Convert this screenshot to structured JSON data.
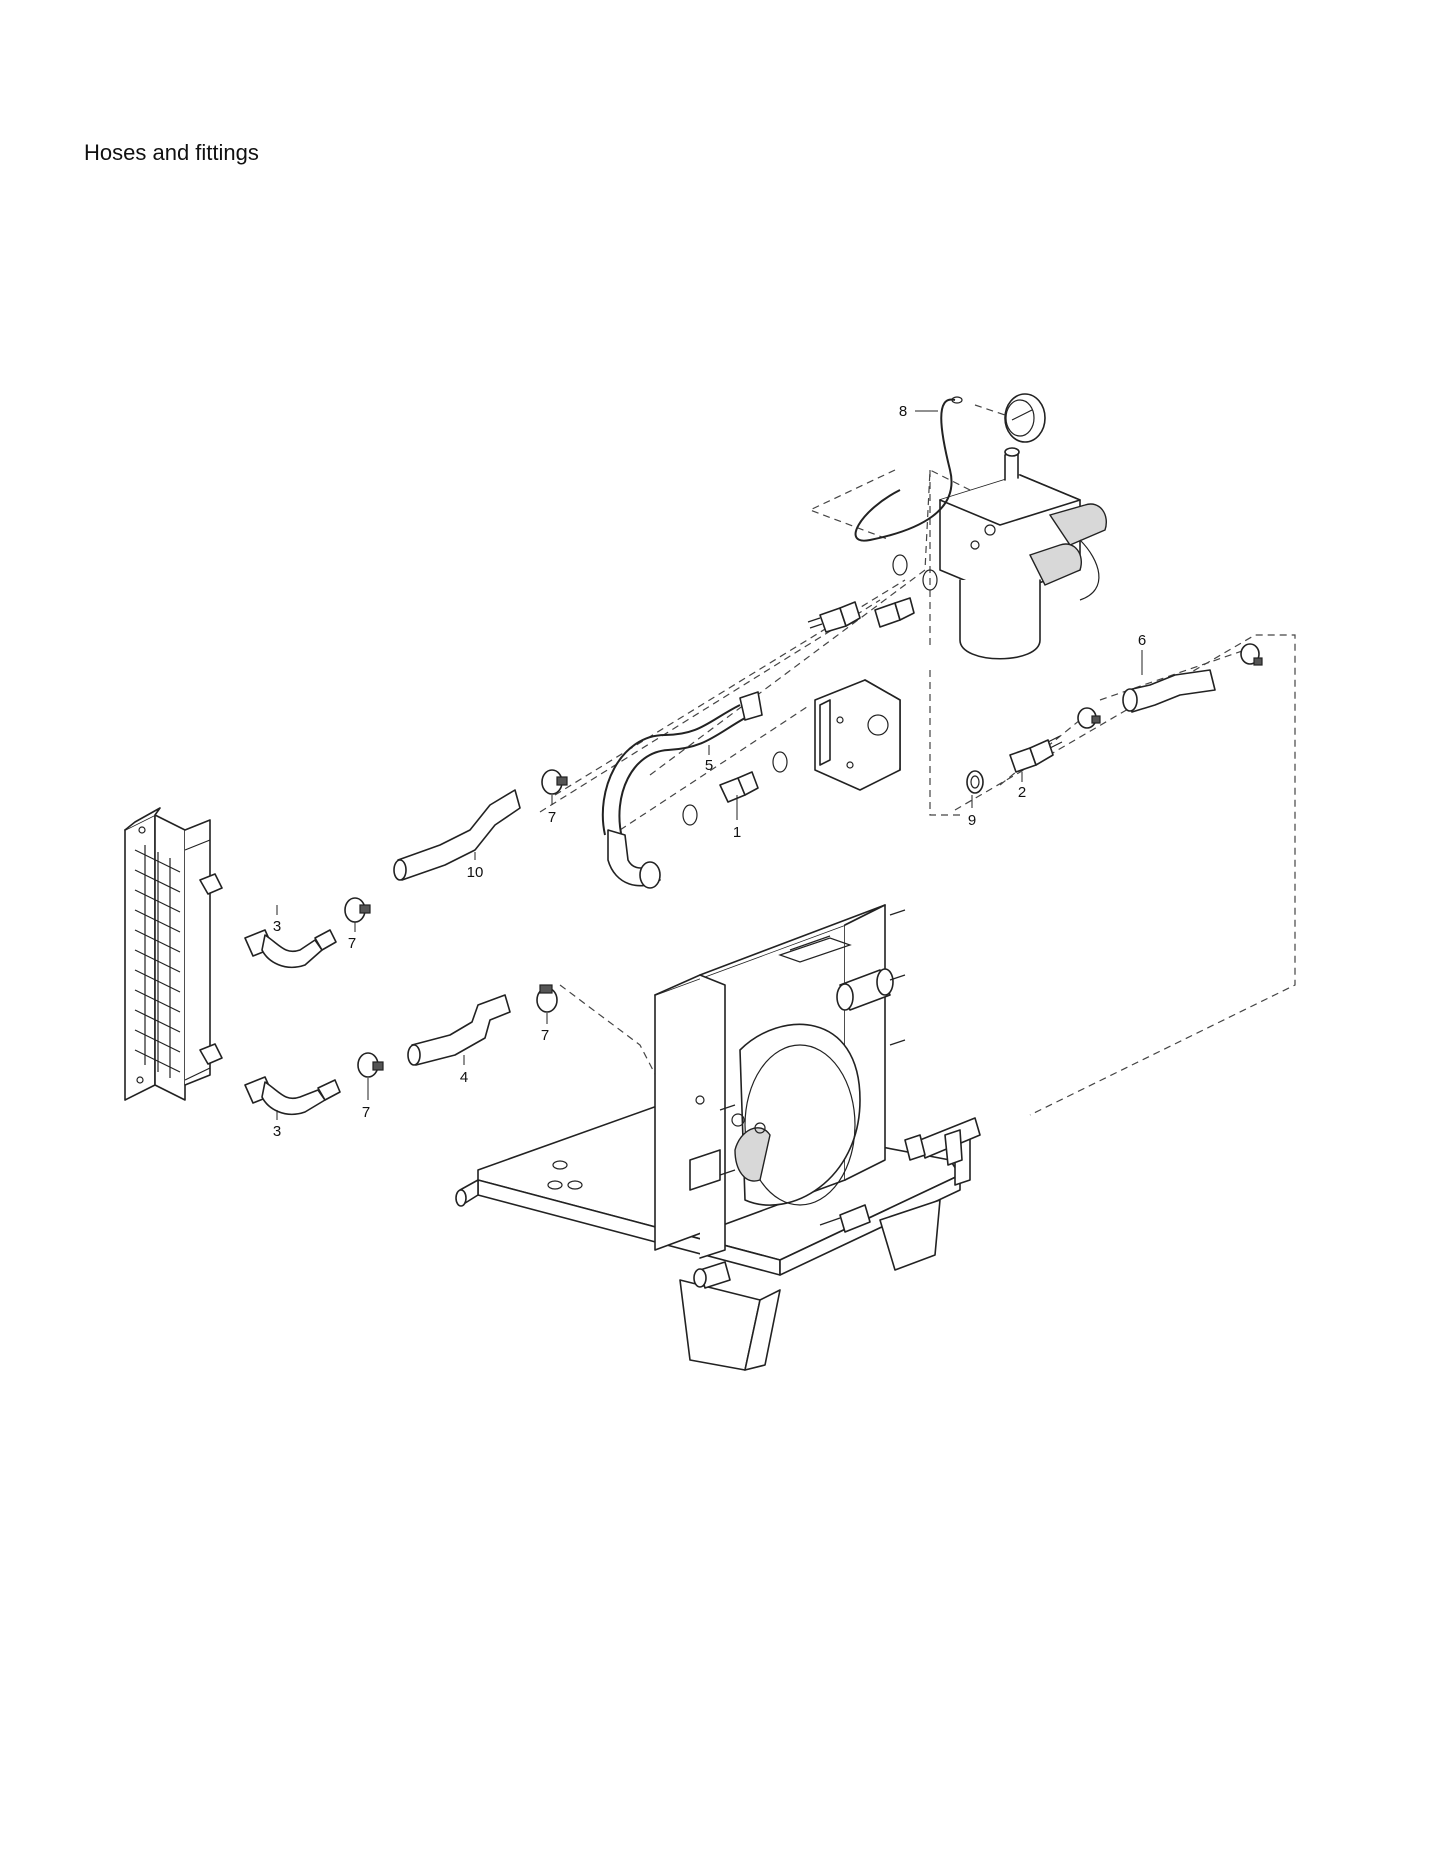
{
  "title": "Hoses and fittings",
  "callouts": {
    "c1": "1",
    "c2": "2",
    "c3a": "3",
    "c3b": "3",
    "c4": "4",
    "c5": "5",
    "c6": "6",
    "c7a": "7",
    "c7b": "7",
    "c7c": "7",
    "c7d": "7",
    "c8": "8",
    "c9": "9",
    "c10": "10"
  }
}
